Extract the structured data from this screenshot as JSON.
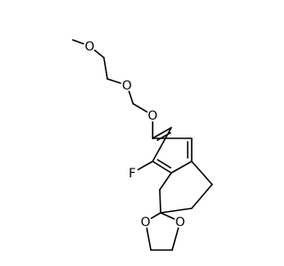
{
  "molecule": {
    "atoms": [
      {
        "id": "c_me",
        "label": ""
      },
      {
        "id": "o1",
        "label": "O"
      },
      {
        "id": "c1",
        "label": ""
      },
      {
        "id": "c2",
        "label": ""
      },
      {
        "id": "o2",
        "label": "O"
      },
      {
        "id": "c3",
        "label": ""
      },
      {
        "id": "o3",
        "label": "O"
      },
      {
        "id": "a1",
        "label": ""
      },
      {
        "id": "a2",
        "label": ""
      },
      {
        "id": "a3",
        "label": ""
      },
      {
        "id": "a4",
        "label": ""
      },
      {
        "id": "a5",
        "label": ""
      },
      {
        "id": "a6",
        "label": ""
      },
      {
        "id": "f",
        "label": "F"
      },
      {
        "id": "r1",
        "label": ""
      },
      {
        "id": "r2",
        "label": ""
      },
      {
        "id": "sp",
        "label": ""
      },
      {
        "id": "r3",
        "label": ""
      },
      {
        "id": "o4",
        "label": "O"
      },
      {
        "id": "o5",
        "label": "O"
      },
      {
        "id": "d1",
        "label": ""
      },
      {
        "id": "d2",
        "label": ""
      }
    ],
    "bonds": [
      {
        "from": "c_me",
        "to": "o1",
        "order": 1
      },
      {
        "from": "o1",
        "to": "c1",
        "order": 1
      },
      {
        "from": "c1",
        "to": "c2",
        "order": 1
      },
      {
        "from": "c2",
        "to": "o2",
        "order": 1
      },
      {
        "from": "o2",
        "to": "c3",
        "order": 1
      },
      {
        "from": "c3",
        "to": "o3",
        "order": 1
      },
      {
        "from": "o3",
        "to": "a1",
        "order": 1
      },
      {
        "from": "a1",
        "to": "a2",
        "order": 2
      },
      {
        "from": "a2",
        "to": "a3",
        "order": 1
      },
      {
        "from": "a3",
        "to": "a4",
        "order": 2
      },
      {
        "from": "a4",
        "to": "a5",
        "order": 1
      },
      {
        "from": "a5",
        "to": "a6",
        "order": 2
      },
      {
        "from": "a6",
        "to": "a1",
        "order": 1
      },
      {
        "from": "a3",
        "to": "f",
        "order": 1
      },
      {
        "from": "a4",
        "to": "r1",
        "order": 1
      },
      {
        "from": "a5",
        "to": "r2",
        "order": 1
      },
      {
        "from": "r1",
        "to": "sp",
        "order": 1
      },
      {
        "from": "sp",
        "to": "r3",
        "order": 1
      },
      {
        "from": "r3",
        "to": "r2",
        "order": 1
      },
      {
        "from": "sp",
        "to": "o4",
        "order": 1
      },
      {
        "from": "sp",
        "to": "o5",
        "order": 1
      },
      {
        "from": "o4",
        "to": "d1",
        "order": 1
      },
      {
        "from": "d1",
        "to": "d2",
        "order": 1
      },
      {
        "from": "d2",
        "to": "o5",
        "order": 1
      }
    ]
  }
}
